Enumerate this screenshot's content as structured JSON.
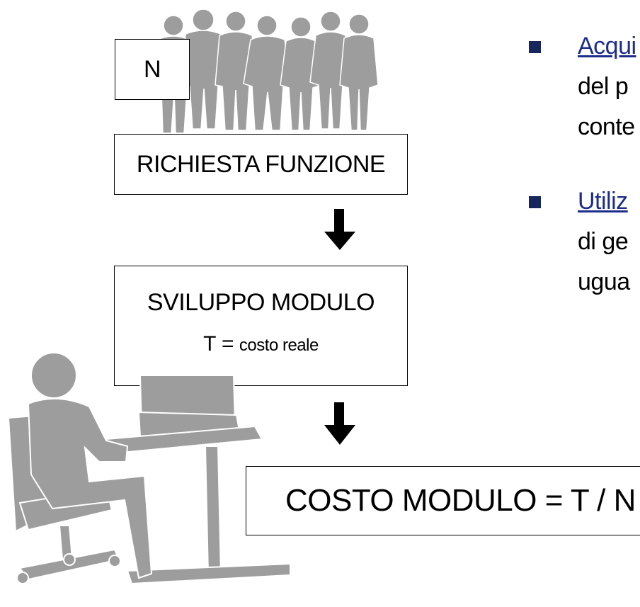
{
  "colors": {
    "silhouette": "#9d9d9d",
    "bullet": "#17275e",
    "link": "#1f2d8a",
    "arrow": "#000000"
  },
  "icons": {
    "people_group": "people-group-icon",
    "person_at_computer": "person-at-computer-icon",
    "arrow": "arrow-down-icon"
  },
  "diagram": {
    "n_label": "N",
    "request_box": "RICHIESTA FUNZIONE",
    "develop_box": {
      "title": "SVILUPPO MODULO",
      "cost_var": "T",
      "cost_eq": "=",
      "cost_text": "costo reale"
    },
    "cost_box": "COSTO MODULO = T / N"
  },
  "bullets": [
    {
      "term": "Acqui",
      "lines": [
        "del p",
        "conte"
      ]
    },
    {
      "term": "Utiliz",
      "lines": [
        "di ge",
        "ugua"
      ]
    }
  ]
}
